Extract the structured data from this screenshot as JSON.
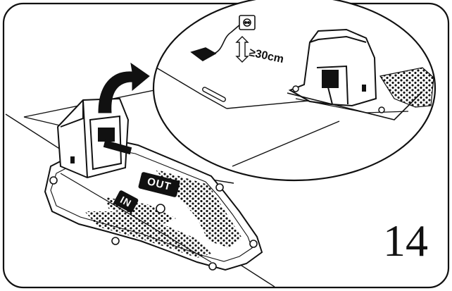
{
  "figure": {
    "step_number": "14",
    "distance_label": "≥30cm",
    "sign_out": "OUT",
    "sign_in": "IN"
  }
}
